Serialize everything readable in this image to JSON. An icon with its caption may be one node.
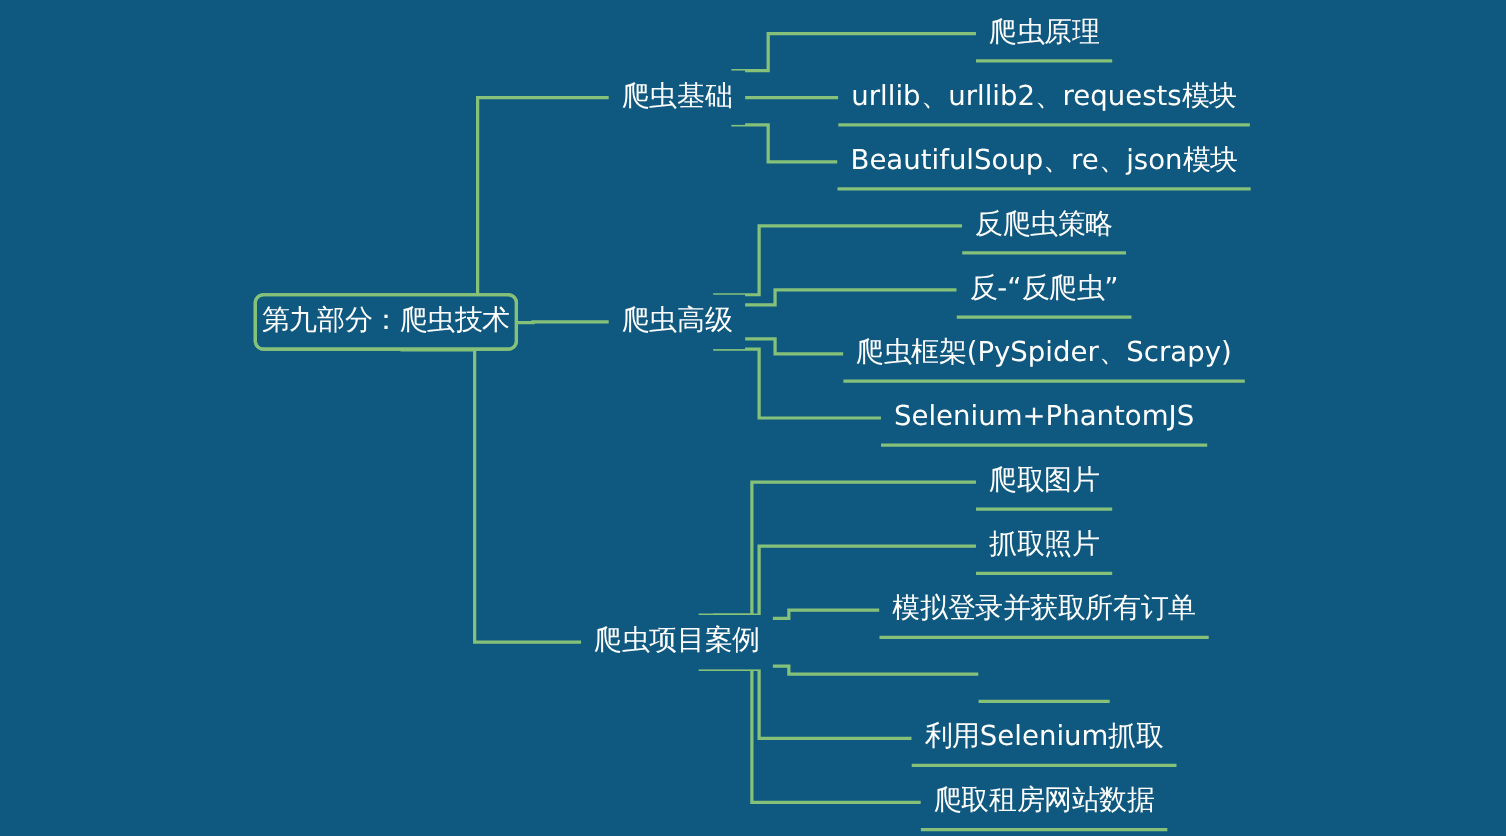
{
  "diagram": {
    "nodes": [
      {
        "text": [
          "第九部分：爬虫技术"
        ]
      },
      {
        "text": [
          "爬虫基础"
        ]
      },
      {
        "text": [
          "爬虫原理"
        ]
      },
      {
        "text": [
          "urllib、urllib2、requests模块"
        ]
      },
      {
        "text": [
          "BeautifulSoup、re、json模块"
        ]
      },
      {
        "text": [
          "爬虫高级"
        ]
      },
      {
        "text": [
          "反爬虫策略"
        ]
      },
      {
        "text": [
          "反-“反爬虫”"
        ]
      },
      {
        "text": [
          "爬虫框架(PySpider、Scrapy)"
        ]
      },
      {
        "text": [
          "Selenium+PhantomJS"
        ]
      },
      {
        "text": [
          "爬虫项目案例"
        ]
      },
      {
        "text": [
          "爬取图片"
        ]
      },
      {
        "text": [
          "抓取照片"
        ]
      },
      {
        "text": [
          "模拟登录并获取所有订单"
        ]
      },
      {
        "text": [],
        "shape": "box"
      },
      {
        "text": [
          "利用Selenium抓取"
        ]
      },
      {
        "text": [
          "爬取租房网站数据"
        ]
      }
    ],
    "edges": [
      {
        "from": 0,
        "to": 1,
        "arrow": "none"
      },
      {
        "from": 0,
        "to": 5,
        "arrow": "none"
      },
      {
        "from": 0,
        "to": 10,
        "arrow": "none"
      },
      {
        "from": 1,
        "to": 2,
        "arrow": "none"
      },
      {
        "from": 1,
        "to": 3,
        "arrow": "none"
      },
      {
        "from": 1,
        "to": 4,
        "arrow": "none"
      },
      {
        "from": 5,
        "to": 6,
        "arrow": "none"
      },
      {
        "from": 5,
        "to": 7,
        "arrow": "none"
      },
      {
        "from": 5,
        "to": 8,
        "arrow": "none"
      },
      {
        "from": 5,
        "to": 9,
        "arrow": "none"
      },
      {
        "from": 10,
        "to": 11,
        "arrow": "none"
      },
      {
        "from": 10,
        "to": 12,
        "arrow": "none"
      },
      {
        "from": 10,
        "to": 13,
        "arrow": "none"
      },
      {
        "from": 10,
        "to": 14,
        "arrow": "none"
      },
      {
        "from": 10,
        "to": 15,
        "arrow": "none"
      },
      {
        "from": 10,
        "to": 16,
        "arrow": "none"
      }
    ]
  }
}
